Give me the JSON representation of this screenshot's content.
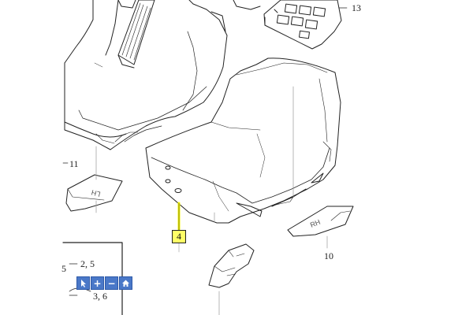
{
  "callouts": {
    "part_13": "13",
    "part_11": "11",
    "part_10": "10",
    "part_4": "4",
    "part_2_5": "2, 5",
    "part_3_6": "3, 6",
    "part_5": "5"
  },
  "toolbar": {
    "cursor_icon": "cursor-icon",
    "zoom_in_icon": "plus-icon",
    "zoom_out_icon": "minus-icon",
    "home_icon": "home-icon",
    "accent_color": "#4a78c8"
  },
  "highlight": {
    "callout_color": "#ffff66",
    "leader_color": "#ffff00"
  }
}
